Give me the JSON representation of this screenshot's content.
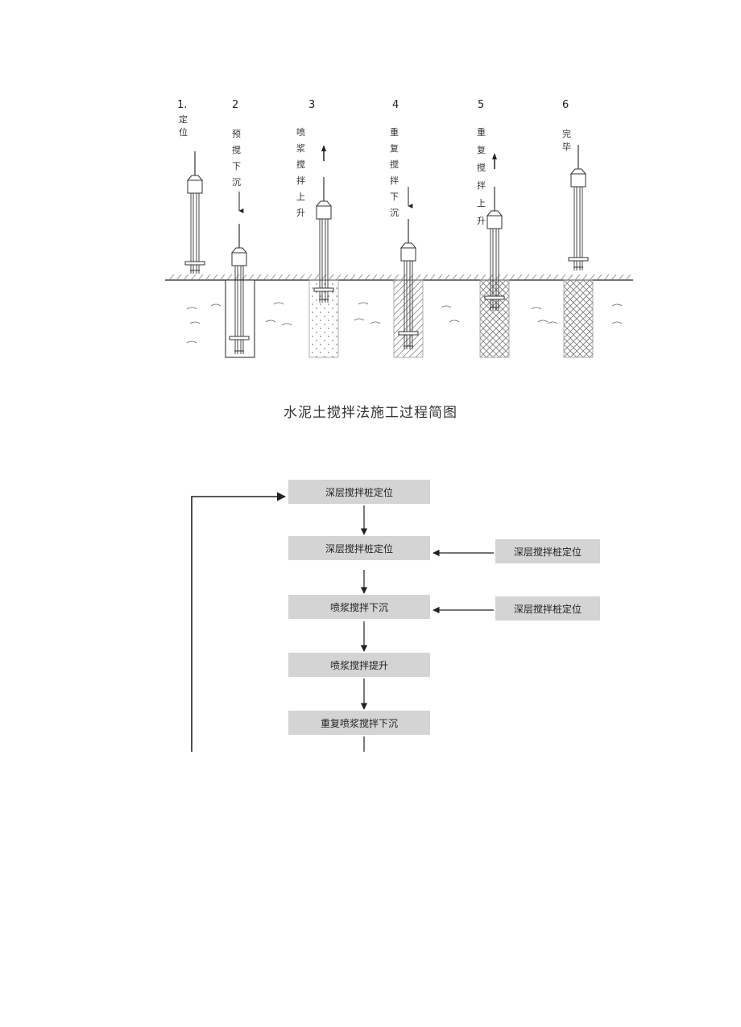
{
  "process": {
    "steps": [
      {
        "number": "1.",
        "label": "定位"
      },
      {
        "number": "2",
        "label": "预搅下沉"
      },
      {
        "number": "3",
        "label": "喷浆搅拌上升"
      },
      {
        "number": "4",
        "label": "重复搅拌下沉"
      },
      {
        "number": "5",
        "label": "重复搅拌上升"
      },
      {
        "number": "6",
        "label": "完毕"
      }
    ],
    "caption": "水泥土搅拌法施工过程简图"
  },
  "flowchart": {
    "main": [
      "深层搅拌桩定位",
      "深层搅拌桩定位",
      "喷浆搅拌下沉",
      "喷浆搅拌提升",
      "重复喷浆搅拌下沉"
    ],
    "side": [
      "深层搅拌桩定位",
      "深层搅拌桩定位"
    ]
  },
  "colors": {
    "box_fill": "#d4d4d4",
    "line": "#222222"
  }
}
